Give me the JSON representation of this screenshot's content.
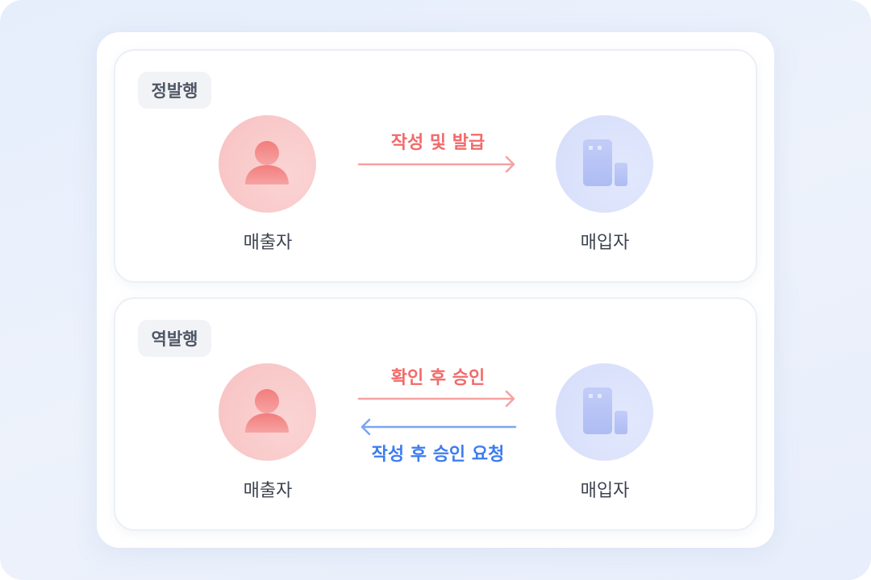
{
  "forward": {
    "tag": "정발행",
    "seller_label": "매출자",
    "buyer_label": "매입자",
    "arrow_label": "작성 및 발급"
  },
  "reverse": {
    "tag": "역발행",
    "seller_label": "매출자",
    "buyer_label": "매입자",
    "arrow_label_forward": "확인 후 승인",
    "arrow_label_back": "작성 후 승인 요청"
  },
  "colors": {
    "seller_accent": "#f26a6a",
    "buyer_accent": "#3d7cf0",
    "arrow_red": "#f5a2a2",
    "arrow_blue": "#7aa4f4"
  },
  "icons": {
    "seller": "person-icon",
    "buyer": "building-icon"
  }
}
